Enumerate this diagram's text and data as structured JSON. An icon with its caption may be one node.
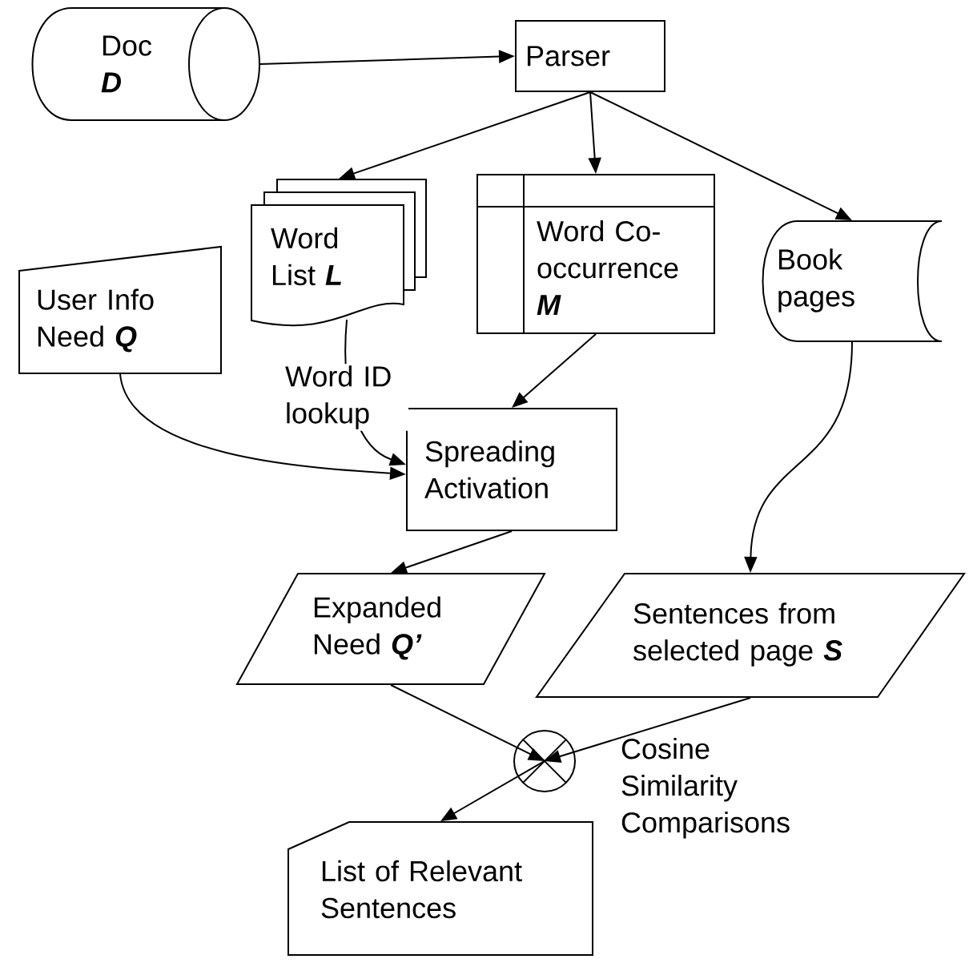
{
  "diagram": {
    "nodes": [
      {
        "text": [
          "Doc **D**"
        ]
      },
      {
        "text": [
          "Parser"
        ]
      },
      {
        "text": [
          "Word List **L**"
        ]
      },
      {
        "text": [
          "Word Co-occurrence **M**"
        ]
      },
      {
        "text": [
          "Book pages"
        ]
      },
      {
        "text": [
          "User Info Need **Q**"
        ]
      },
      {
        "text": [
          "Spreading Activation"
        ]
      },
      {
        "text": [
          "Expanded Need **Q’**"
        ]
      },
      {
        "text": [
          "Sentences from selected page **S**"
        ]
      },
      {
        "text": [],
        "shape": "circle",
        "beside": [
          "Cosine Similarity Comparisons"
        ]
      },
      {
        "text": [
          "List of Relevant Sentences"
        ]
      }
    ],
    "edges": [
      {
        "from": 0,
        "to": 1,
        "arrow": "to"
      },
      {
        "from": 1,
        "to": 2,
        "arrow": "to"
      },
      {
        "from": 1,
        "to": 3,
        "arrow": "to"
      },
      {
        "from": 1,
        "to": 4,
        "arrow": "to"
      },
      {
        "from": 5,
        "to": 6,
        "arrow": "to"
      },
      {
        "from": 2,
        "to": 6,
        "arrow": "to",
        "label": "Word ID lookup"
      },
      {
        "from": 3,
        "to": 6,
        "arrow": "to"
      },
      {
        "from": 6,
        "to": 7,
        "arrow": "to"
      },
      {
        "from": 4,
        "to": 8,
        "arrow": "to"
      },
      {
        "from": 7,
        "to": 9,
        "arrow": "to"
      },
      {
        "from": 8,
        "to": 9,
        "arrow": "to"
      },
      {
        "from": 9,
        "to": 10,
        "arrow": "to"
      }
    ]
  }
}
